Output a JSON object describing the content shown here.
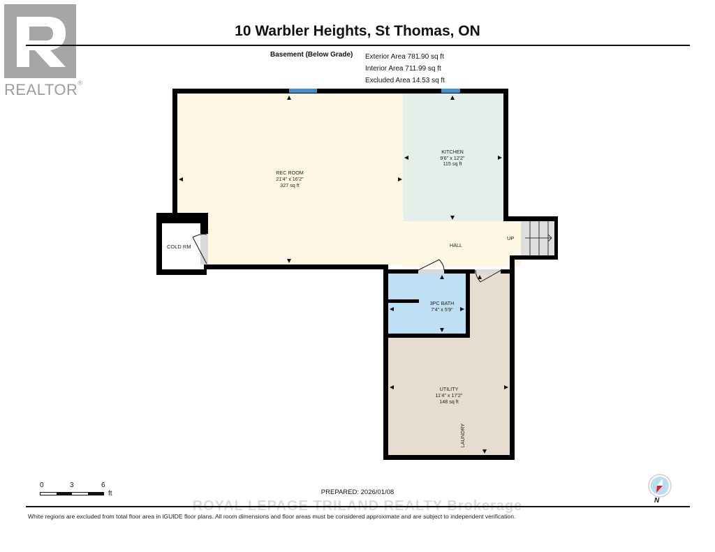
{
  "logo": {
    "text": "REALTOR",
    "mark": "®",
    "box_color": "#a6a6a6"
  },
  "header": {
    "title": "10 Warbler Heights, St Thomas, ON",
    "level": "Basement (Below Grade)",
    "areas": [
      "Exterior Area 781.90 sq ft",
      "Interior Area 711.99 sq ft",
      "Excluded Area 14.53 sq ft"
    ]
  },
  "rooms": {
    "rec_room": {
      "name": "REC ROOM",
      "dims": "21'4\" x 16'2\"",
      "area": "327 sq ft",
      "color": "#fdf7e3"
    },
    "kitchen": {
      "name": "KITCHEN",
      "dims": "9'6\" x 12'2\"",
      "area": "115 sq ft",
      "color": "#e3efe8"
    },
    "hall": {
      "name": "HALL",
      "color": "#fdf7e3"
    },
    "cold_room": {
      "name": "COLD RM",
      "color": "#ffffff"
    },
    "bath": {
      "name": "3PC BATH",
      "dims": "7'4\" x 5'9\"",
      "area": "",
      "color": "#bfe0f4"
    },
    "utility": {
      "name": "UTILITY",
      "dims": "11'4\" x 17'2\"",
      "area": "148 sq ft",
      "color": "#e6ddcf"
    },
    "laundry": {
      "name": "LAUNDRY"
    },
    "stairs": {
      "label": "UP",
      "color": "#dedede"
    }
  },
  "colors": {
    "wall": "#000000",
    "window": "#3f8fcf",
    "door_opening": "#d9d9d9"
  },
  "scale": {
    "ticks": [
      "0",
      "3",
      "6"
    ],
    "unit": "ft"
  },
  "footer": {
    "prepared": "PREPARED: 2026/01/08",
    "watermark": "ROYAL LEPAGE TRILAND REALTY Brokerage",
    "disclaimer": "White regions are excluded from total floor area in iGUIDE floor plans. All room dimensions and floor areas must be considered approximate and are subject to independent verification.",
    "compass_label": "N"
  }
}
